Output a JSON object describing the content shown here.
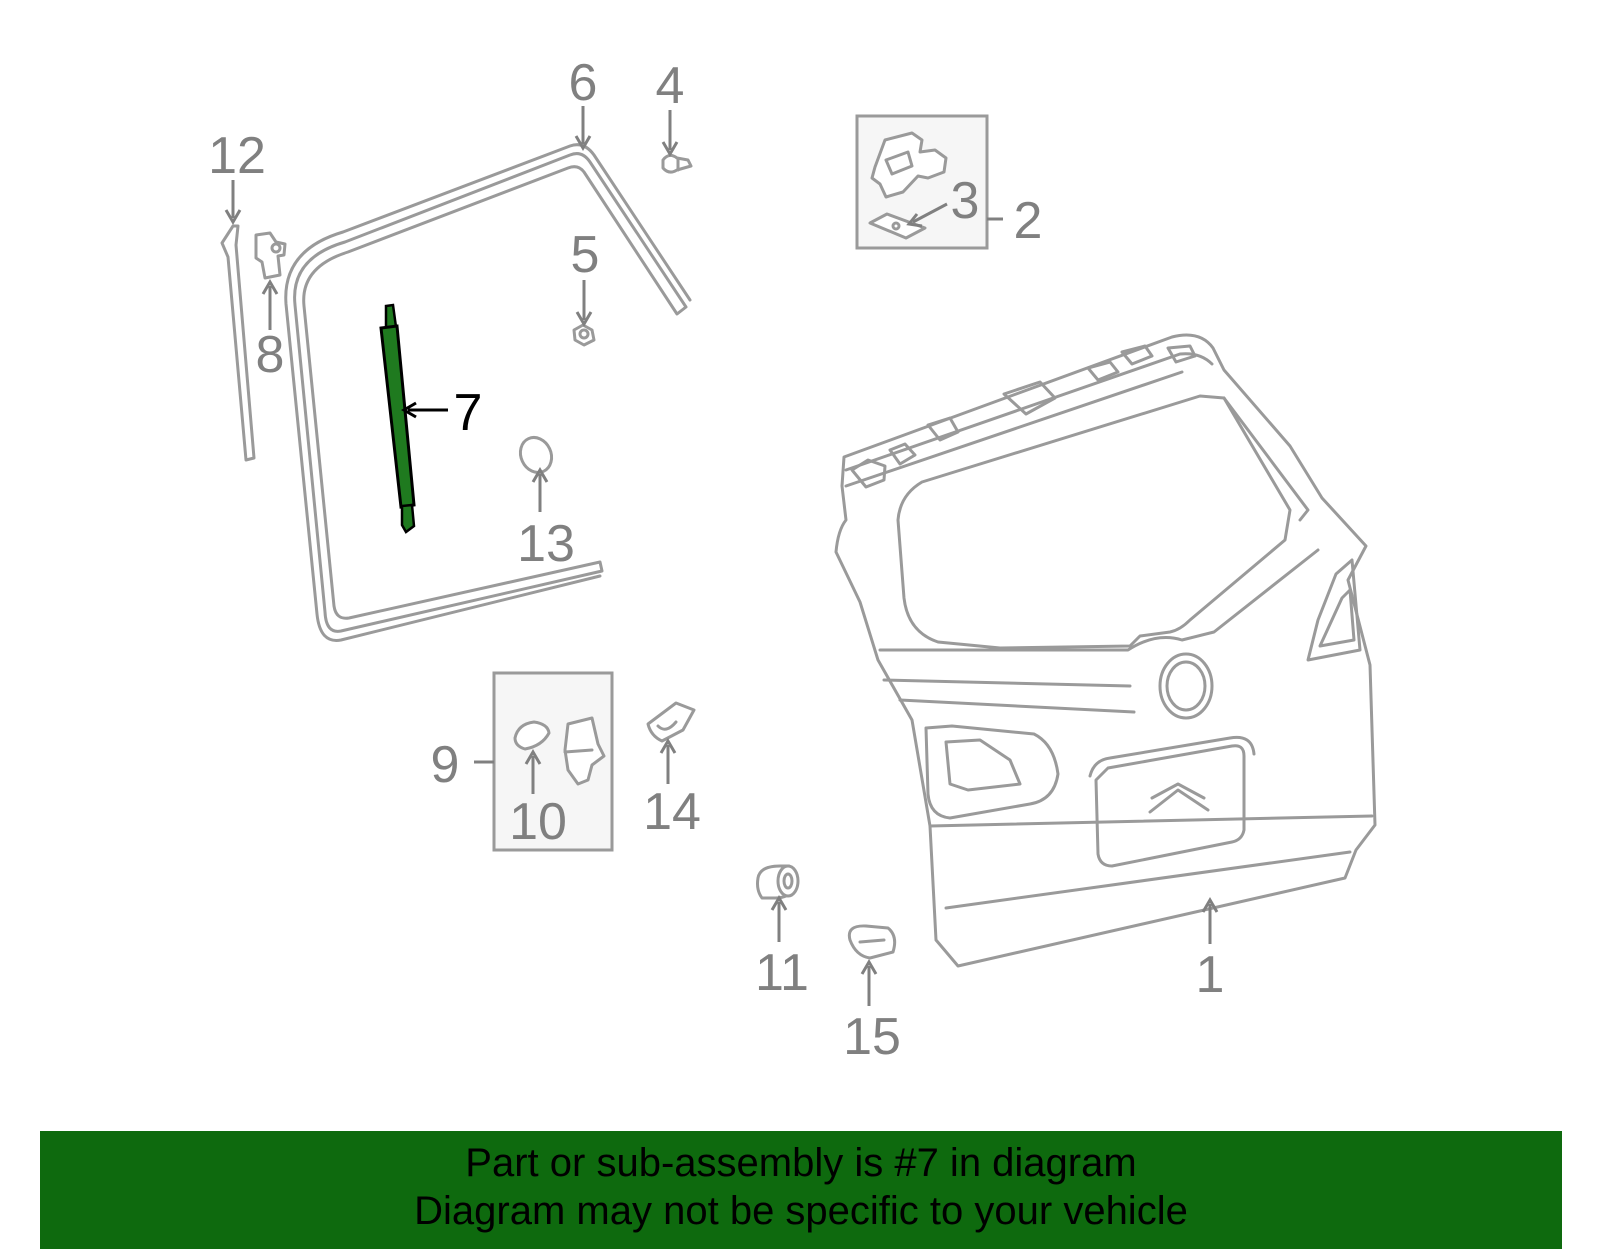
{
  "callouts": {
    "c1": "1",
    "c2": "2",
    "c3": "3",
    "c4": "4",
    "c5": "5",
    "c6": "6",
    "c7": "7",
    "c8": "8",
    "c9": "9",
    "c10": "10",
    "c11": "11",
    "c12": "12",
    "c13": "13",
    "c14": "14",
    "c15": "15"
  },
  "highlighted_part": "7",
  "colors": {
    "highlight_part": "#1f7a1f",
    "banner_background": "#0e6a0e",
    "line_art": "#9a9a9a",
    "callout_text": "#808080"
  },
  "banner": {
    "line1": "Part or sub-assembly is #7 in diagram",
    "line2": "Diagram may not be specific to your vehicle"
  }
}
